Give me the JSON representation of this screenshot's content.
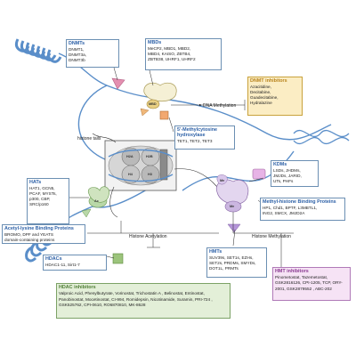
{
  "boxes": {
    "dnmts": {
      "title": "DNMTs",
      "body": "DNMT1,\nDNMT3a,\nDNMT3b"
    },
    "mbds": {
      "title": "MBDs",
      "body": "MeCP2, MBD1, MBD2,\nMBD4, KAISO, ZBTB4,\nZBTB38, UHRF1, UHRF2"
    },
    "dnmt_inhibitors": {
      "title": "DNMT inhibitors",
      "body": "Azacitidine,\nDecitabine,\nGuadecitabine,\nHydralazine"
    },
    "hydroxylase": {
      "title": "5'-Methylcytosine\nhydroxylase",
      "body": "TET1, TET2, TET3"
    },
    "hats": {
      "title": "HATs",
      "body": "HAT1, GCN5,\nPCAF, MYSTs,\np300, CBP,\nSRC/p160"
    },
    "acetyl_binding": {
      "title": "Acetyl-lysine Binding Proteins",
      "body": "BROMO, DPF and YEATS\ndomain-containing proteins"
    },
    "hdacs": {
      "title": "HDACs",
      "body": "HDAC1-11, Sirt1-7"
    },
    "hdac_inhibitors": {
      "title": "HDAC inhibitors",
      "body": "Valproic Acid, Phenylbutyrate, Vorinostat, Trichostatin A , Belinostat, Entinostat, Panobinostat, Mocetinostat, CI-994, Romidepsin, Nicotinamide, Suramin, PRI-724 , GSK525762, CPI-0610, RO6870810, MK-8628"
    },
    "kdms": {
      "title": "KDMs",
      "body": "LSDs, JHDMs,\nJMJDs, JARID,\nUTs, PHFs"
    },
    "methyl_binding": {
      "title": "Methyl-histone Binding Proteins",
      "body": "HP1, Chd1, BPTF, L3MBTL1,\nING2, SMCX, JMJD2A"
    },
    "hmts": {
      "title": "HMTs",
      "body": "SUV39s, SET1s, EZHs,\nSET2s, PRDMs, SMYDs,\nDOT1L, PRMTs"
    },
    "hmt_inhibitors": {
      "title": "HMT inhibitors",
      "body": "Pinometostat, Tazemetostat, GSK2816126, CPI-1205, TCP, ORY-2001, GSK2879552 , ABC-202"
    }
  },
  "labels": {
    "dna_methylation": "DNA Methylation",
    "histone_tails": "histone tails",
    "histone_acetylation": "Histone Acetylation",
    "histone_methylation": "Histone Methylation",
    "h2a_top": "H2A",
    "h2b_top": "H2B",
    "h4": "H4",
    "h3": "H3",
    "mbd_blob": "MBD",
    "ac_blob": "Ac",
    "me_blob1": "Me",
    "me_blob2": "Me"
  },
  "colors": {
    "dna_blue": "#5a8ec9",
    "ink": "#2b5fa6",
    "orange_box": "#fbedc4",
    "green_box": "#e3efd8",
    "pink_box": "#f6e3f5"
  }
}
